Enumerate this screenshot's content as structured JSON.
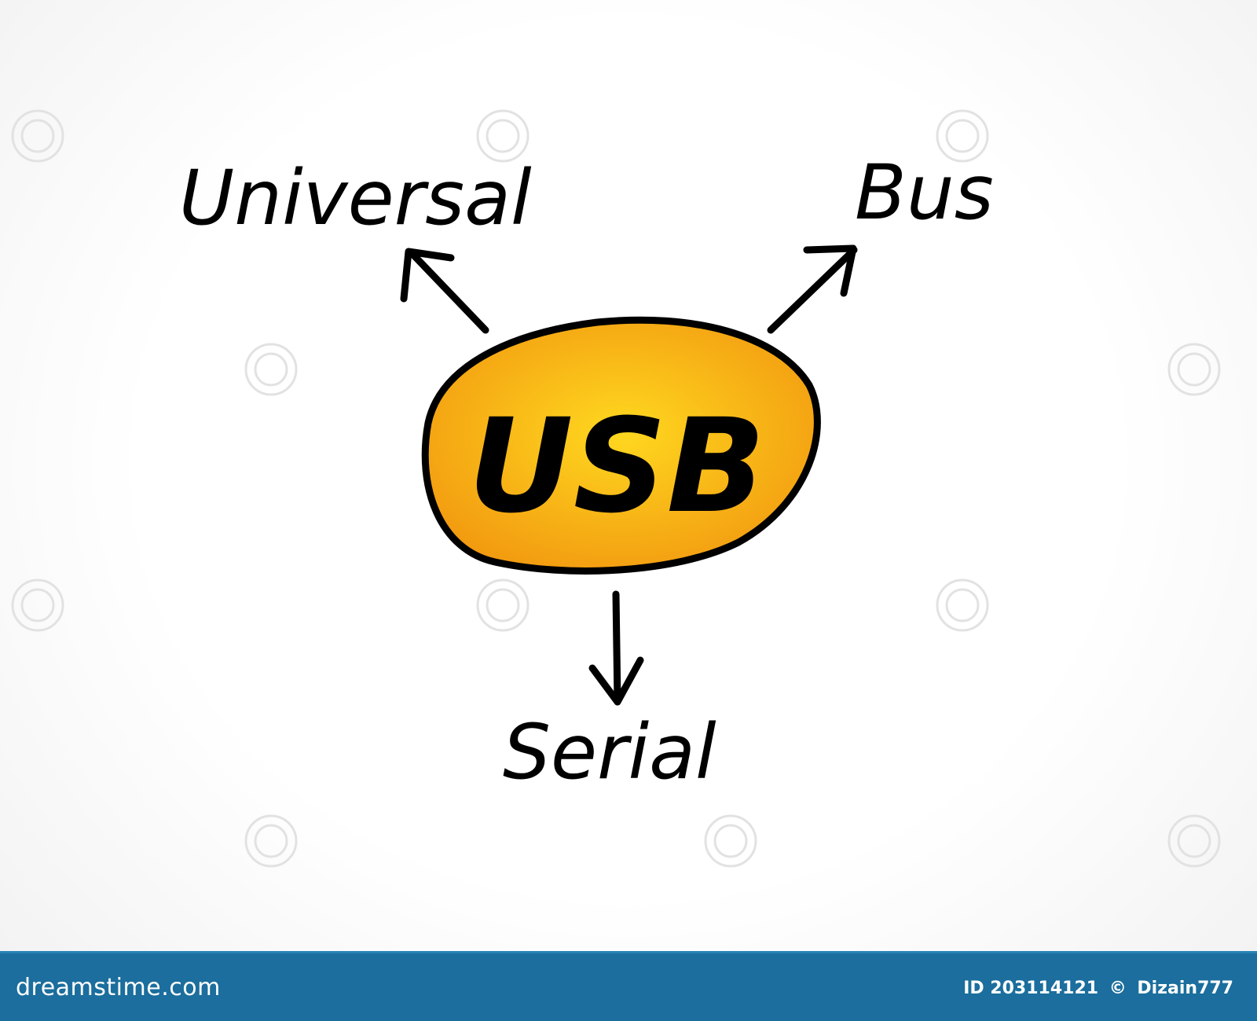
{
  "diagram": {
    "center_label": "USB",
    "terms": {
      "universal": "Universal",
      "bus": "Bus",
      "serial": "Serial"
    },
    "ellipse_fill_center": "#ffd21a",
    "ellipse_fill_edge": "#f39c12"
  },
  "watermark": {
    "brand": "dreamstime"
  },
  "footer": {
    "logo_text": "dreamstime.com",
    "image_id": "ID 203114121",
    "copyright_symbol": "©",
    "author": "Dizain777",
    "background_color": "#1b6e9d"
  }
}
